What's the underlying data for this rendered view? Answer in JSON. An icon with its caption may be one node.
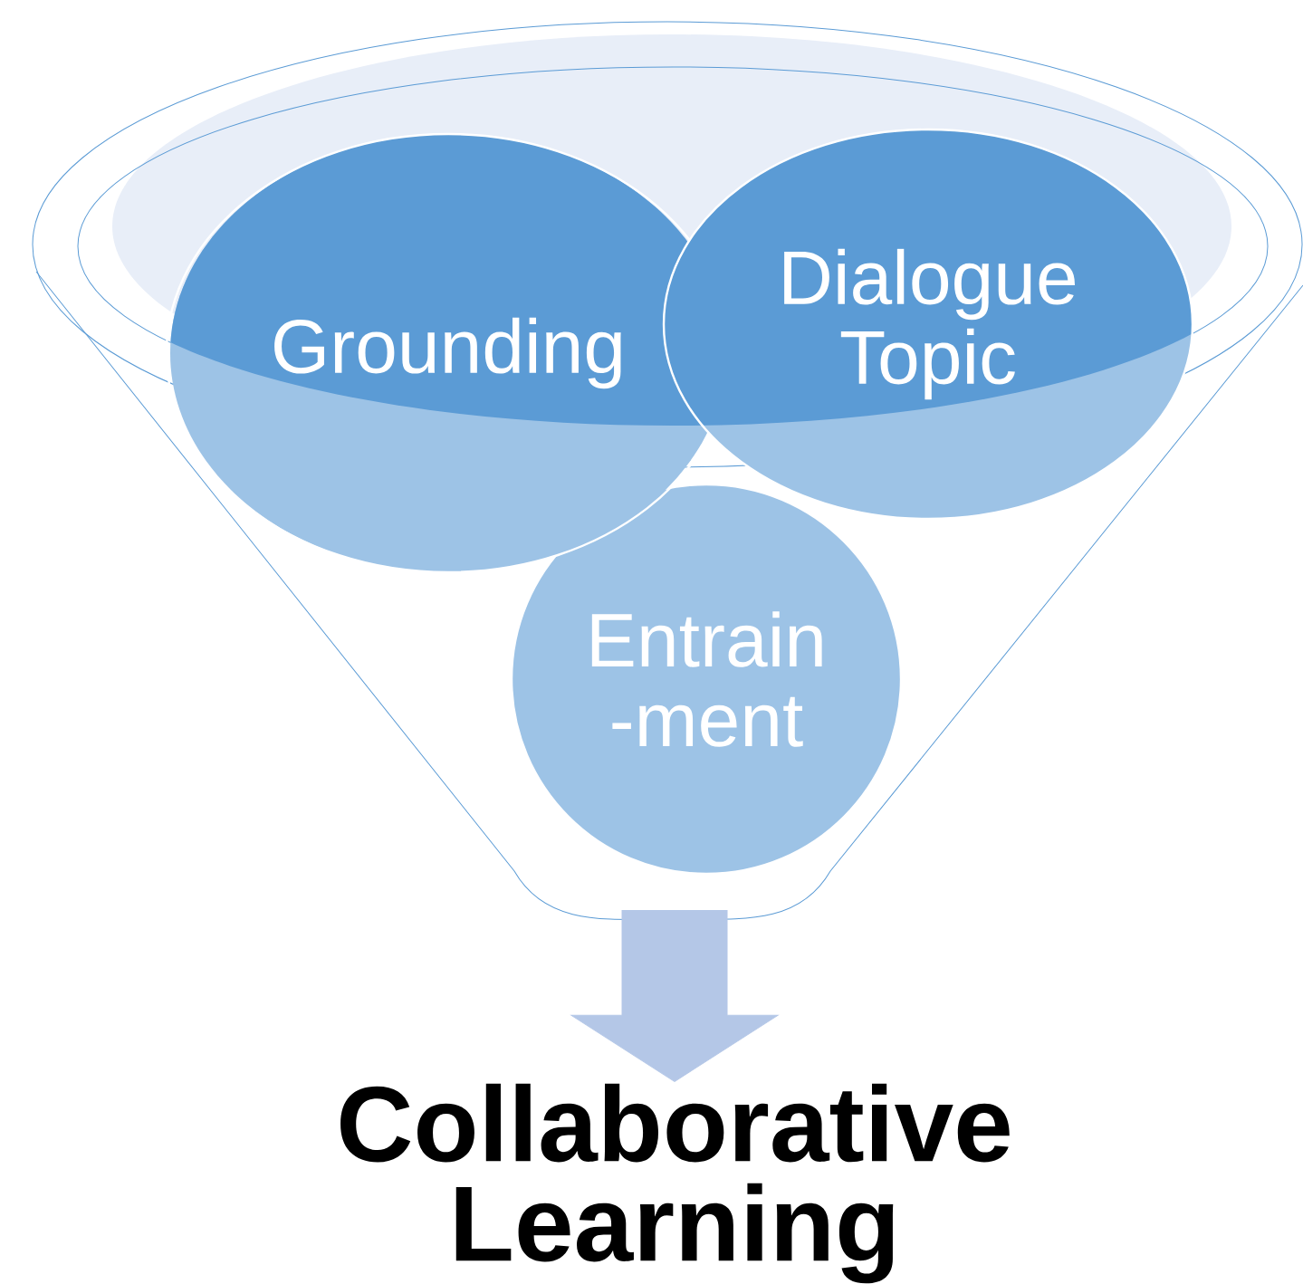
{
  "diagram": {
    "nodes": [
      {
        "text": [],
        "shape": "funnel"
      },
      {
        "text": [
          "Grounding"
        ],
        "in": 0
      },
      {
        "text": [
          "Dialogue Topic"
        ],
        "in": 0
      },
      {
        "text": [
          "Entrain -ment"
        ],
        "in": 0
      },
      {
        "text": [
          "Collaborative Learning"
        ]
      }
    ],
    "edges": [
      {
        "from": 0,
        "to": 4,
        "arrow": "to"
      }
    ]
  }
}
